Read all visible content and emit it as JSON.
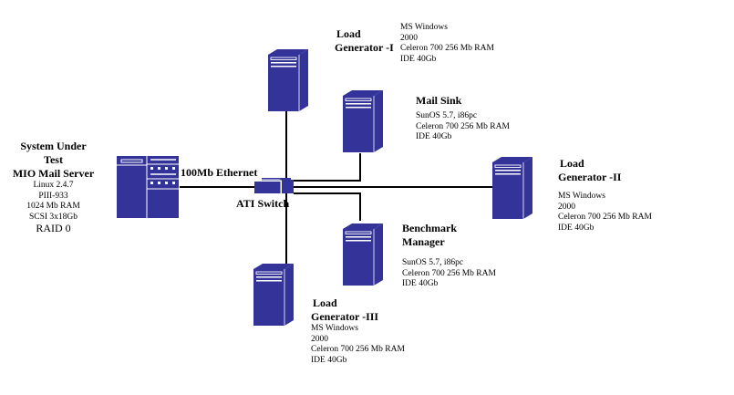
{
  "diagram": {
    "colors": {
      "device": "#333399",
      "device_highlight": "#ffffff",
      "wire": "#000000",
      "background": "#ffffff"
    },
    "network_label": "100Mb Ethernet",
    "switch": {
      "label": "ATI Switch",
      "icon": "network-switch-icon"
    },
    "nodes": {
      "sut": {
        "icon": "rack-server-icon",
        "title_lines": [
          "System Under",
          "Test",
          "MIO Mail Server"
        ],
        "specs": [
          "Linux 2.4.7",
          "PIII-933",
          "1024 Mb RAM",
          "SCSI 3x18Gb"
        ],
        "raid": "RAID 0"
      },
      "load_gen_1": {
        "icon": "tower-server-icon",
        "title_lines": [
          "Load",
          "Generator -I"
        ],
        "specs": [
          "MS Windows",
          "2000",
          "Celeron 700 256 Mb RAM",
          "IDE 40Gb"
        ]
      },
      "mail_sink": {
        "icon": "tower-server-icon",
        "title_lines": [
          "Mail Sink"
        ],
        "specs": [
          "SunOS 5.7, i86pc",
          "Celeron 700 256 Mb RAM",
          "IDE 40Gb"
        ]
      },
      "load_gen_2": {
        "icon": "tower-server-icon",
        "title_lines": [
          "Load",
          "Generator -II"
        ],
        "specs": [
          "MS Windows",
          "2000",
          "Celeron 700 256 Mb RAM",
          "IDE 40Gb"
        ]
      },
      "benchmark_manager": {
        "icon": "tower-server-icon",
        "title_lines": [
          "Benchmark",
          "Manager"
        ],
        "specs": [
          "SunOS 5.7, i86pc",
          "Celeron 700 256 Mb RAM",
          "IDE 40Gb"
        ]
      },
      "load_gen_3": {
        "icon": "tower-server-icon",
        "title_lines": [
          "Load",
          "Generator -III"
        ],
        "specs": [
          "MS Windows",
          "2000",
          "Celeron 700 256 Mb RAM",
          "IDE 40Gb"
        ]
      }
    }
  }
}
